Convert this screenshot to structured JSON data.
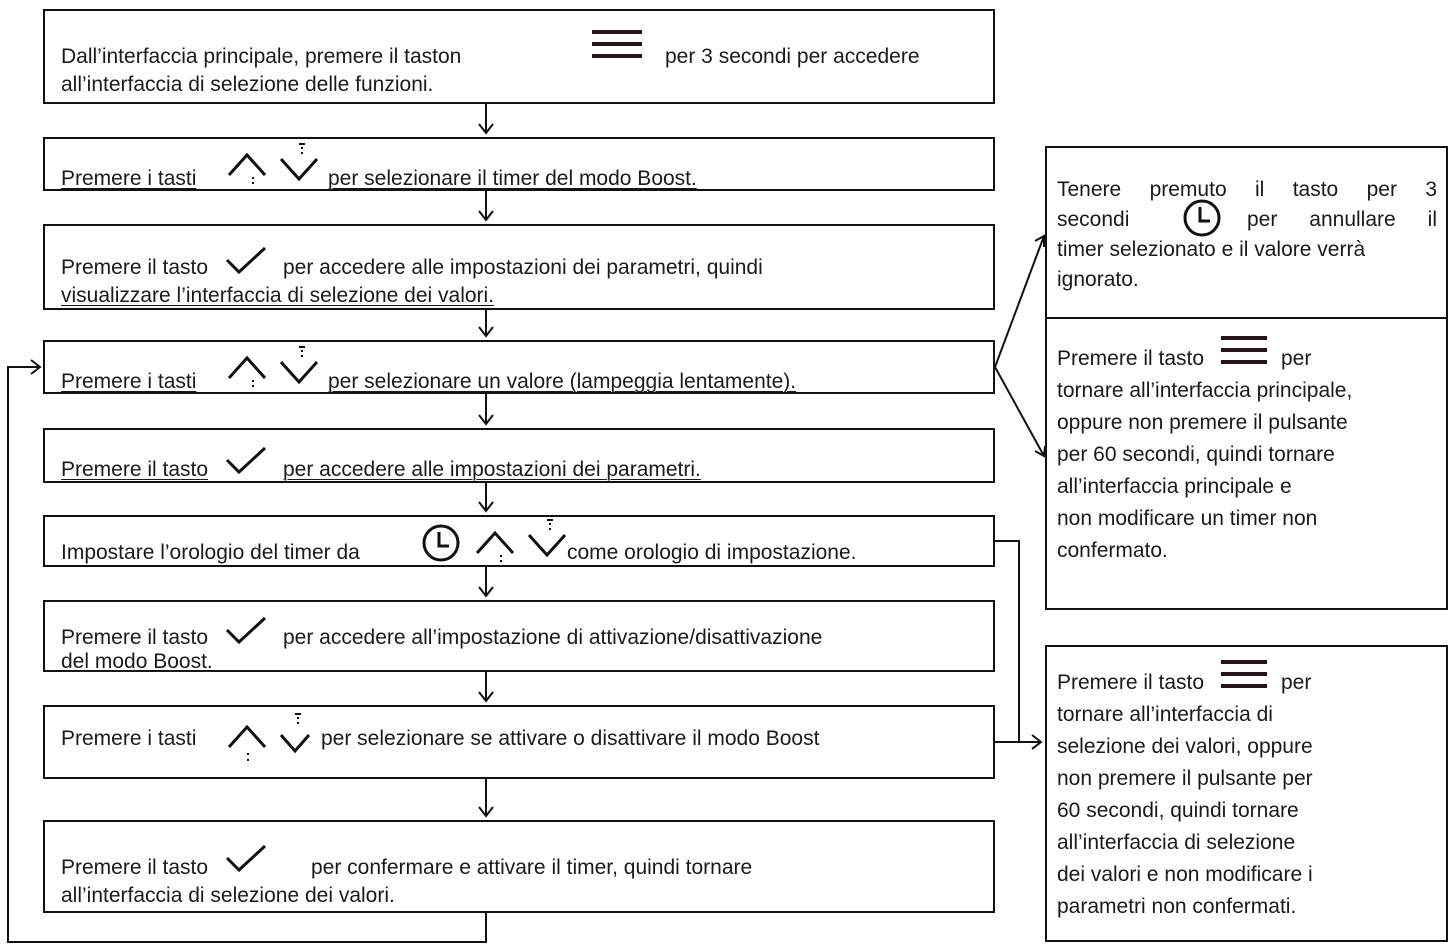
{
  "steps": [
    {
      "t1": "Dall’interfaccia principale, premere il taston",
      "t2": "per 3 secondi per accedere",
      "t3": "all’interfaccia di selezione delle funzioni."
    },
    {
      "t1": "Premere i tasti",
      "t2": "per selezionare il timer del modo Boost."
    },
    {
      "t1": "Premere il tasto",
      "t2": "per accedere alle impostazioni dei parametri, quindi",
      "t3": "visualizzare l’interfaccia di selezione dei valori."
    },
    {
      "t1": "Premere i tasti",
      "t2": "per selezionare un valore (lampeggia lentamente)."
    },
    {
      "t1": "Premere il tasto",
      "t2": "per accedere alle impostazioni dei parametri."
    },
    {
      "t1": "Impostare l’orologio del timer da",
      "t2": "come orologio di impostazione."
    },
    {
      "t1": "Premere il tasto",
      "t2": "per accedere all’impostazione di attivazione/disattivazione",
      "t3": "del modo Boost."
    },
    {
      "t1": "Premere i tasti",
      "t2": "per selezionare se attivare o disattivare il modo Boost"
    },
    {
      "t1": "Premere il tasto",
      "t2": "per confermare e attivare il timer, quindi tornare",
      "t3": "all’interfaccia di selezione dei valori."
    }
  ],
  "side_top": {
    "a1": "Tenere premuto il tasto per 3",
    "a2": "secondi",
    "a3": "per annullare il",
    "a4": "timer selezionato e il valore verrà",
    "a5": "ignorato."
  },
  "side_mid": {
    "b1": "Premere il tasto",
    "b2": "per",
    "lines": [
      "tornare all’interfaccia principale,",
      "oppure non premere il pulsante",
      "per 60 secondi, quindi tornare",
      "all’interfaccia principale e",
      "non modificare un timer non",
      "confermato."
    ]
  },
  "side_bottom": {
    "c1": "Premere il tasto",
    "c2": "per",
    "lines": [
      "tornare all’interfaccia di",
      "selezione dei valori, oppure",
      "non premere il pulsante per",
      "60 secondi, quindi tornare",
      "all’interfaccia di selezione",
      "dei valori e non modificare i",
      "parametri non confermati."
    ]
  },
  "icons": {
    "menu": "menu-icon",
    "up": "chevron-up-icon",
    "down": "chevron-down-icon",
    "confirm": "check-icon",
    "clock": "clock-icon"
  }
}
